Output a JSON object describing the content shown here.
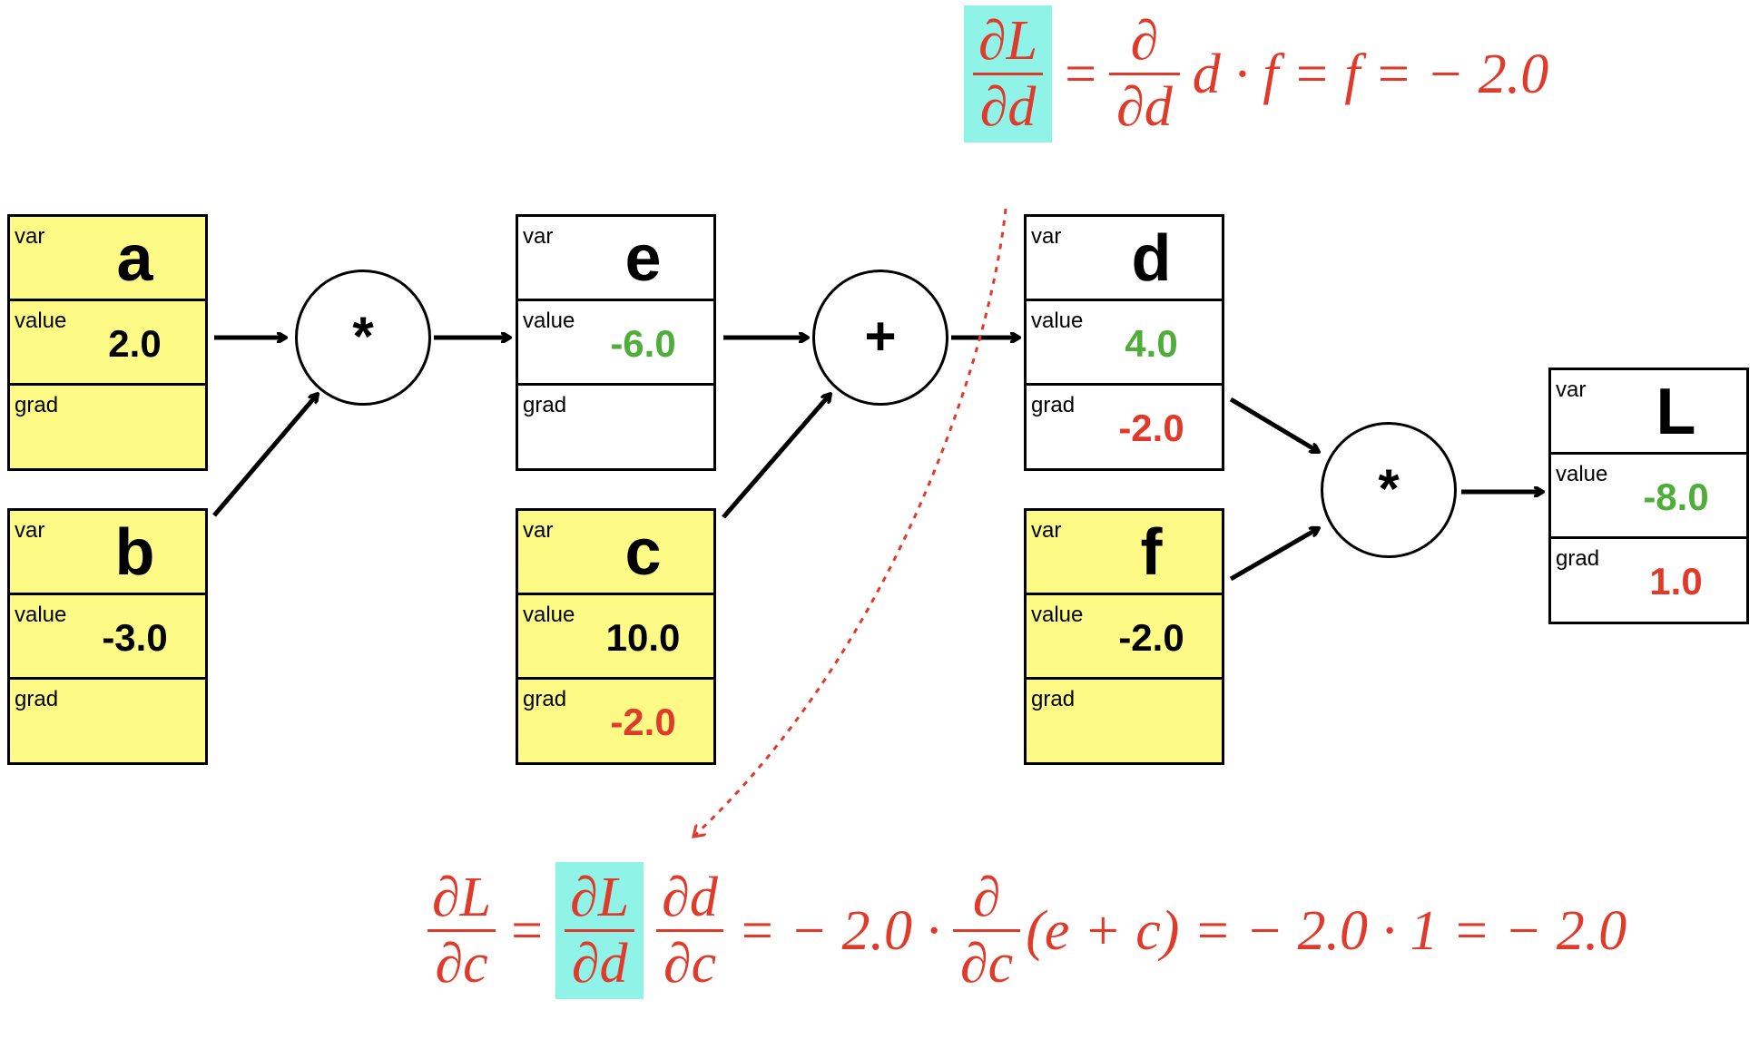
{
  "labels": {
    "var": "var",
    "value": "value",
    "grad": "grad"
  },
  "nodes": {
    "a": {
      "name": "a",
      "value": "2.0",
      "grad": ""
    },
    "b": {
      "name": "b",
      "value": "-3.0",
      "grad": ""
    },
    "e": {
      "name": "e",
      "value": "-6.0",
      "grad": ""
    },
    "c": {
      "name": "c",
      "value": "10.0",
      "grad": "-2.0"
    },
    "d": {
      "name": "d",
      "value": "4.0",
      "grad": "-2.0"
    },
    "f": {
      "name": "f",
      "value": "-2.0",
      "grad": ""
    },
    "L": {
      "name": "L",
      "value": "-8.0",
      "grad": "1.0"
    }
  },
  "ops": {
    "mul1": "*",
    "add1": "+",
    "mul2": "*"
  },
  "colors": {
    "leaf_fill": "#fdfb86",
    "computed_value": "#4fae3a",
    "grad": "#e03b2a",
    "highlight": "#8ff3e8"
  },
  "top_eq": {
    "lhs_num": "∂L",
    "lhs_den": "∂d",
    "eq1": "=",
    "d_num": "∂",
    "d_den": "∂d",
    "tail": "d · f = f = − 2.0"
  },
  "bottom_eq": {
    "lhs_num": "∂L",
    "lhs_den": "∂c",
    "eq1": "=",
    "h_num": "∂L",
    "h_den": "∂d",
    "p_num": "∂d",
    "p_den": "∂c",
    "mid": "= − 2.0 ·",
    "d_num": "∂",
    "d_den": "∂c",
    "tail": "(e + c) = − 2.0 · 1 = − 2.0"
  }
}
